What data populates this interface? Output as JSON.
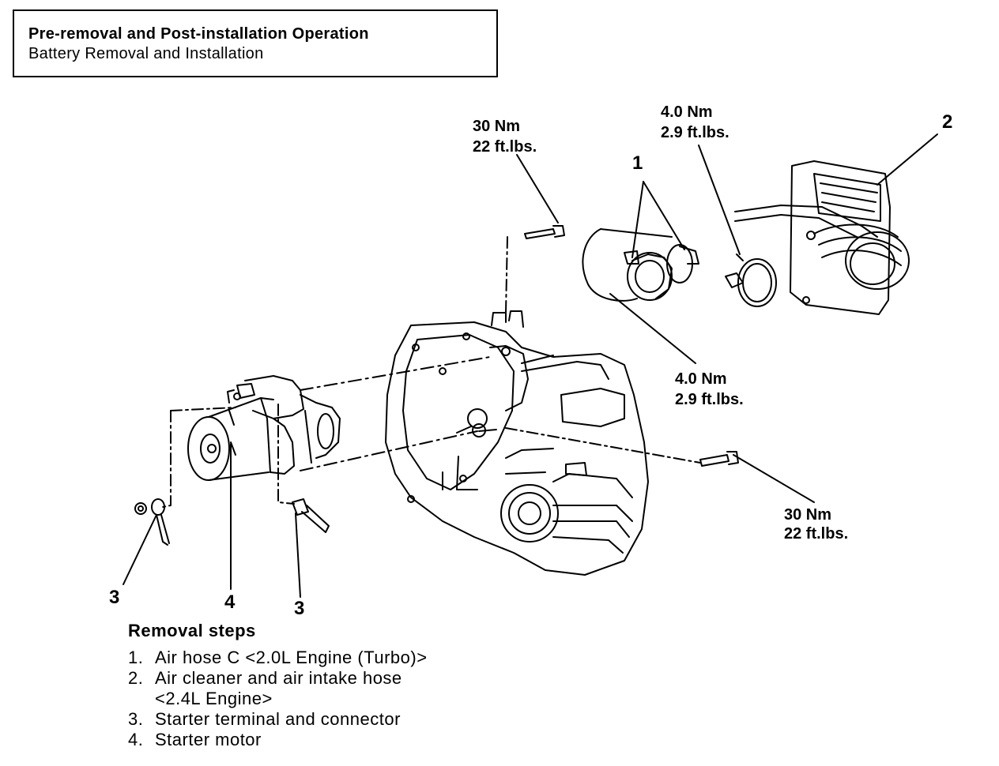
{
  "header": {
    "title": "Pre-removal and Post-installation Operation",
    "subtitle": "Battery Removal and Installation"
  },
  "torque_labels": {
    "top_bolt": {
      "nm": "30 Nm",
      "ft": "22 ft.lbs."
    },
    "clamp_right": {
      "nm": "4.0 Nm",
      "ft": "2.9 ft.lbs."
    },
    "clamp_lower": {
      "nm": "4.0 Nm",
      "ft": "2.9 ft.lbs."
    },
    "lower_bolt": {
      "nm": "30 Nm",
      "ft": "22 ft.lbs."
    }
  },
  "callouts": {
    "air_hose": "1",
    "air_cleaner": "2",
    "terminal_left": "3",
    "starter_motor": "4",
    "terminal_right": "3"
  },
  "removal_steps": {
    "title": "Removal steps",
    "items": [
      {
        "num": "1.",
        "text": "Air hose C <2.0L Engine (Turbo)>"
      },
      {
        "num": "2.",
        "text": "Air cleaner and air intake hose",
        "cont": "<2.4L Engine>"
      },
      {
        "num": "3.",
        "text": "Starter terminal and connector"
      },
      {
        "num": "4.",
        "text": "Starter motor"
      }
    ]
  }
}
